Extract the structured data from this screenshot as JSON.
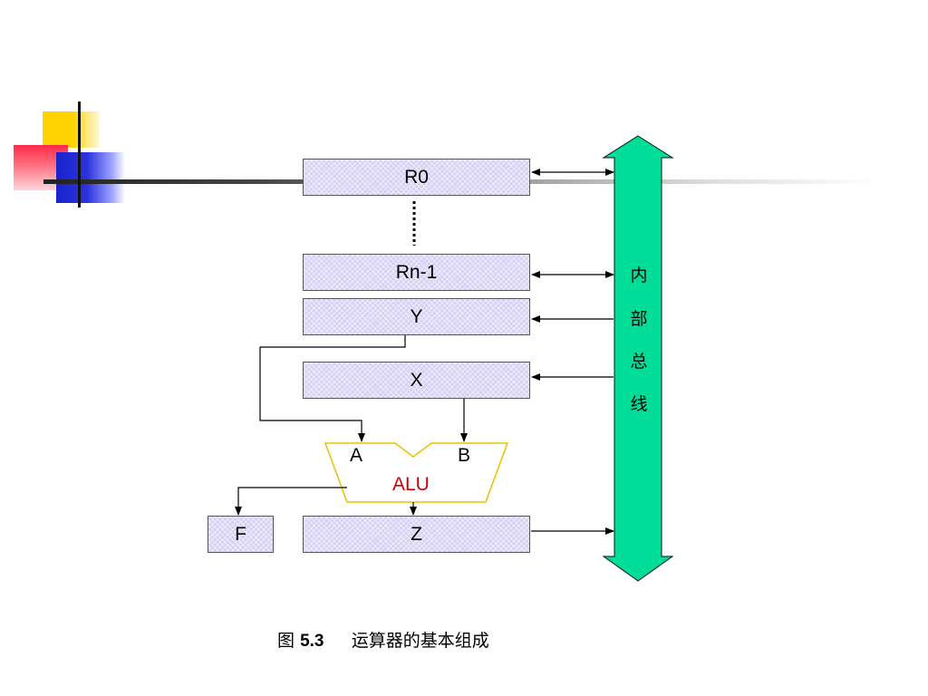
{
  "registers": {
    "r0": "R0",
    "rn1": "Rn-1",
    "y": "Y",
    "x": "X",
    "z": "Z",
    "f": "F"
  },
  "alu": {
    "name": "ALU",
    "port_a": "A",
    "port_b": "B"
  },
  "bus": {
    "label_chars": [
      "内",
      "部",
      "总",
      "线"
    ]
  },
  "caption": {
    "prefix": "图",
    "number": "5.3",
    "title": "运算器的基本组成"
  },
  "colors": {
    "register_fill": "#d7d0f5",
    "bus_fill": "#00dd99",
    "alu_outline": "#e8c200",
    "alu_label": "#cc0000"
  }
}
